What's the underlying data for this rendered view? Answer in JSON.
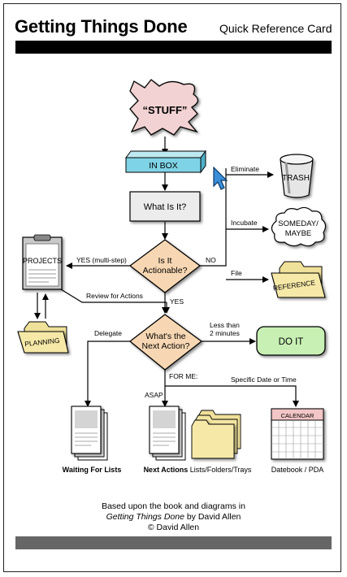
{
  "header": {
    "title": "Getting Things Done",
    "subtitle": "Quick Reference Card"
  },
  "diagram": {
    "stuff": "“STUFF”",
    "inbox": "IN BOX",
    "what_is_it": "What Is It?",
    "actionable_line1": "Is It",
    "actionable_line2": "Actionable?",
    "next_action_line1": "What's the",
    "next_action_line2": "Next Action?",
    "do_it": "DO IT",
    "trash": "TRASH",
    "someday_line1": "SOMEDAY/",
    "someday_line2": "MAYBE",
    "reference": "REFERENCE",
    "projects": "PROJECTS",
    "planning": "PLANNING",
    "calendar": "CALENDAR",
    "edge_eliminate": "Eliminate",
    "edge_incubate": "Incubate",
    "edge_file": "File",
    "edge_no": "NO",
    "edge_yes_multi": "YES (multi-step)",
    "edge_review": "Review for Actions",
    "edge_yes": "YES",
    "edge_delegate": "Delegate",
    "edge_less_than_line1": "Less than",
    "edge_less_than_line2": "2 minutes",
    "edge_for_me": "FOR ME:",
    "edge_asap": "ASAP",
    "edge_specific_date": "Specific Date or Time",
    "label_waiting": "Waiting For Lists",
    "label_next_actions_bold": "Next Actions",
    "label_next_actions_rest": " Lists/Folders/Trays",
    "label_datebook": "Datebook / PDA"
  },
  "footer": {
    "line1": "Based upon the book and diagrams in",
    "line2_italic": "Getting Things Done",
    "line2_rest": " by David Allen",
    "line3": "©  David Allen"
  },
  "colors": {
    "stuff_fill": "#f2d2d2",
    "inbox_fill": "#7fd3e6",
    "diamond_fill": "#f7d7b3",
    "doit_fill": "#c8f0b4",
    "folder_fill": "#f6e9a8"
  }
}
